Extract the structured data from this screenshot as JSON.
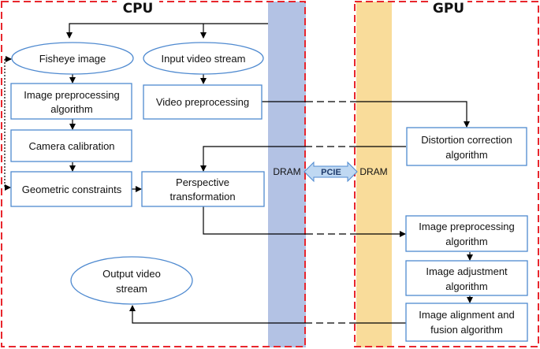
{
  "regions": {
    "cpu_title": "CPU",
    "gpu_title": "GPU",
    "cpu_dram": "DRAM",
    "gpu_dram": "DRAM",
    "pcie": "PCIE"
  },
  "nodes": {
    "fisheye_image": "Fisheye image",
    "input_video_stream": "Input video stream",
    "cpu_image_preprocessing": [
      "Image preprocessing",
      "algorithm"
    ],
    "video_preprocessing": "Video preprocessing",
    "camera_calibration": "Camera calibration",
    "geometric_constraints": "Geometric constraints",
    "perspective_transformation": [
      "Perspective",
      "transformation"
    ],
    "output_video_stream": [
      "Output video",
      "stream"
    ],
    "distortion_correction": [
      "Distortion correction",
      "algorithm"
    ],
    "gpu_image_preprocessing": [
      "Image preprocessing",
      "algorithm"
    ],
    "image_adjustment": [
      "Image adjustment",
      "algorithm"
    ],
    "image_alignment_fusion": [
      "Image alignment and",
      "fusion algorithm"
    ]
  },
  "colors": {
    "cpu_border": "#e8262d",
    "gpu_border": "#e8262d",
    "cpu_dram_fill": "#b3c2e4",
    "gpu_dram_fill": "#f9dc9a",
    "box_border": "#4f8ad0",
    "pcie_arrow_fill": "#bfd8f2"
  }
}
